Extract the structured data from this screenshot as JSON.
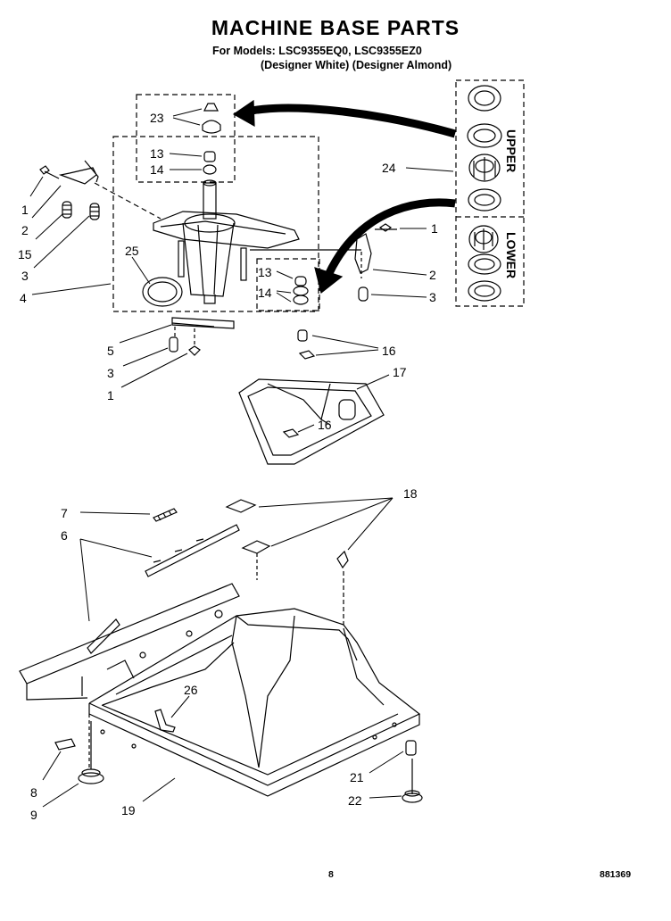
{
  "header": {
    "title": "MACHINE BASE PARTS",
    "models_line": "For Models: LSC9355EQ0, LSC9355EZ0",
    "colors_line": "(Designer White) (Designer Almond)"
  },
  "side_labels": {
    "upper": "UPPER",
    "lower": "LOWER"
  },
  "callouts": {
    "c1a": "1",
    "c2a": "2",
    "c15": "15",
    "c3a": "3",
    "c4": "4",
    "c23": "23",
    "c13a": "13",
    "c14a": "14",
    "c25": "25",
    "c24": "24",
    "c1b": "1",
    "c2b": "2",
    "c3b": "3",
    "c13b": "13",
    "c14b": "14",
    "c5": "5",
    "c3c": "3",
    "c1c": "1",
    "c16a": "16",
    "c17": "17",
    "c16b": "16",
    "c7": "7",
    "c6": "6",
    "c18": "18",
    "c26": "26",
    "c8": "8",
    "c9": "9",
    "c19": "19",
    "c21": "21",
    "c22": "22"
  },
  "footer": {
    "page_number": "8",
    "doc_number": "881369"
  }
}
